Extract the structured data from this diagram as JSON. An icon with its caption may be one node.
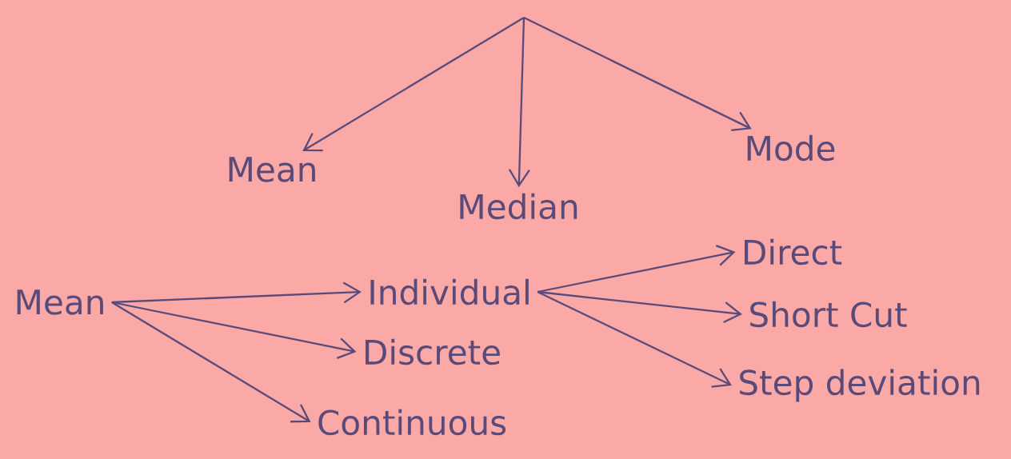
{
  "diagram": {
    "nodes": [
      {
        "text": [
          "Mean"
        ]
      },
      {
        "text": [
          "Median"
        ]
      },
      {
        "text": [
          "Mode"
        ]
      },
      {
        "text": [
          "Mean"
        ]
      },
      {
        "text": [
          "Individual"
        ]
      },
      {
        "text": [
          "Discrete"
        ]
      },
      {
        "text": [
          "Continuous"
        ]
      },
      {
        "text": [
          "Direct"
        ]
      },
      {
        "text": [
          "Short Cut"
        ]
      },
      {
        "text": [
          "Step deviation"
        ]
      }
    ],
    "edges": [
      {
        "from": null,
        "to": 0,
        "arrow": "to"
      },
      {
        "from": null,
        "to": 1,
        "arrow": "to"
      },
      {
        "from": null,
        "to": 2,
        "arrow": "to"
      },
      {
        "from": 3,
        "to": 4,
        "arrow": "to"
      },
      {
        "from": 3,
        "to": 5,
        "arrow": "to"
      },
      {
        "from": 3,
        "to": 6,
        "arrow": "to"
      },
      {
        "from": 4,
        "to": 7,
        "arrow": "to"
      },
      {
        "from": 4,
        "to": 8,
        "arrow": "to"
      },
      {
        "from": 4,
        "to": 9,
        "arrow": "to"
      }
    ]
  }
}
